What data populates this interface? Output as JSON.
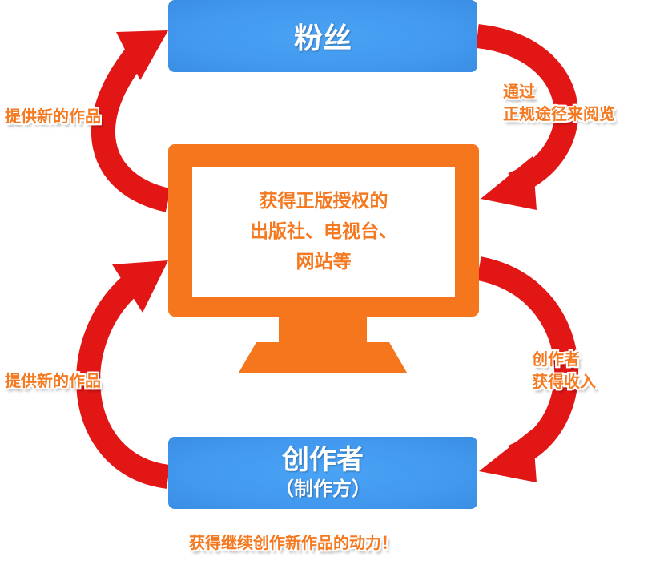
{
  "fans": {
    "label": "粉丝"
  },
  "creator": {
    "label": "创作者",
    "sub": "（制作方）"
  },
  "monitor": {
    "lines": [
      "获得正版授权的",
      "出版社、电视台、",
      "网站等"
    ]
  },
  "arrows": {
    "top_left": "提供新的作品",
    "top_right": [
      "通过",
      "正规途径来阅览"
    ],
    "bottom_left": "提供新的作品",
    "bottom_right": [
      "创作者",
      "获得收入"
    ]
  },
  "footer": "获得继续创作新作品的动力！",
  "colors": {
    "arrow": "#e31515",
    "monitor": "#f5761c",
    "box": "#4299ef",
    "text": "#f47920"
  }
}
